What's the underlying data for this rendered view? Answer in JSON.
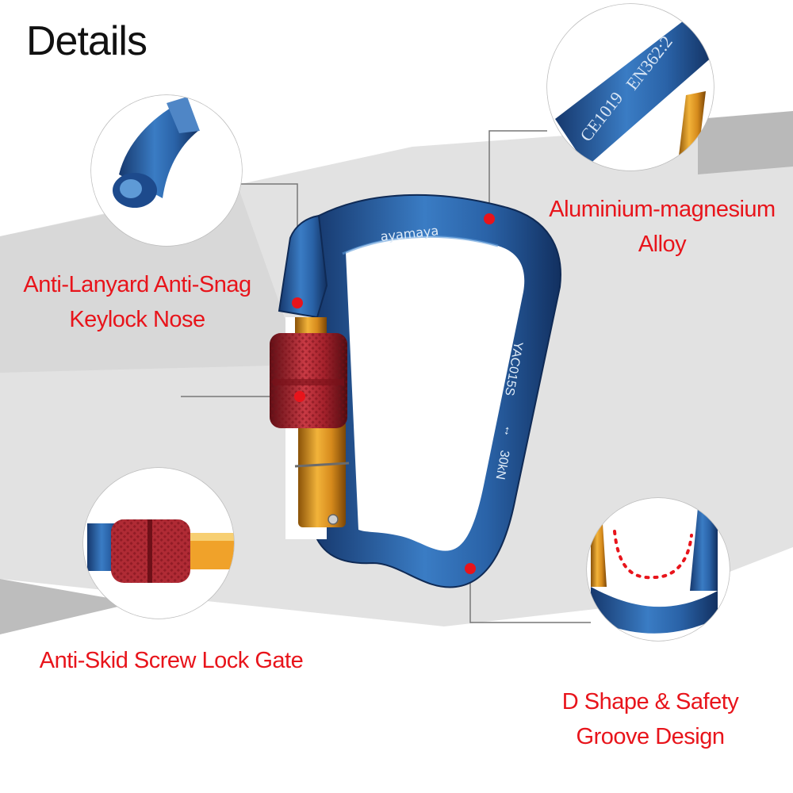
{
  "heading": "Details",
  "colors": {
    "callout_text": "#e8141b",
    "carabiner_blue": "#2a63a8",
    "lock_red": "#a5222c",
    "gate_gold": "#d68a1c",
    "background_band": "#e2e2e2"
  },
  "carabiner_engraving": {
    "brand": "ayamaya",
    "model": "YAC015S",
    "strength": "30kN",
    "cert_ce": "CE1019",
    "cert_en": "EN362:2"
  },
  "callouts": {
    "alloy": {
      "line1": "Aluminium-magnesium",
      "line2": "Alloy"
    },
    "nose": {
      "line1": "Anti-Lanyard Anti-Snag",
      "line2": "Keylock Nose"
    },
    "gate": {
      "line1": "Anti-Skid Screw Lock Gate"
    },
    "groove": {
      "line1": "D Shape & Safety",
      "line2": "Groove Design"
    }
  }
}
